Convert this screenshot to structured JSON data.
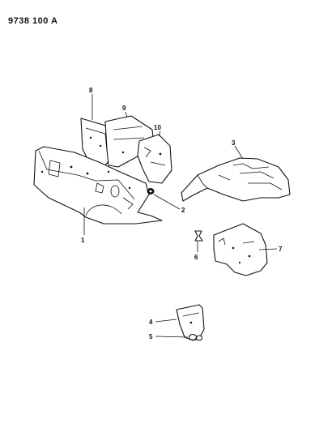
{
  "diagram": {
    "document_id": "9738 100 A",
    "callouts": [
      "1",
      "2",
      "3",
      "4",
      "5",
      "6",
      "7",
      "8",
      "9",
      "10"
    ]
  }
}
